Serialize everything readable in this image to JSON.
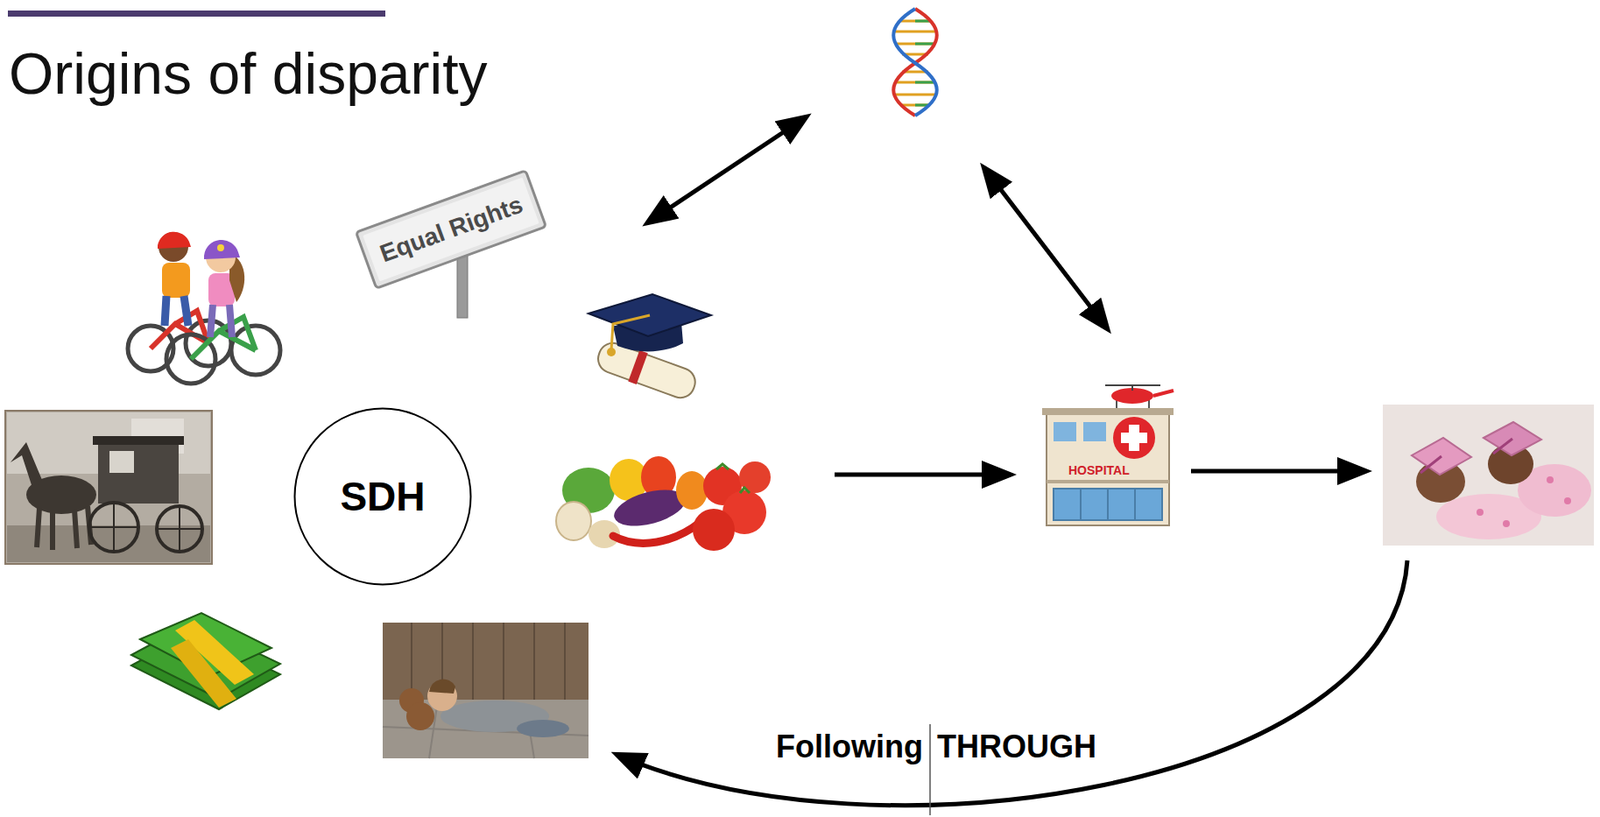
{
  "diagram": {
    "title": "Origins of disparity",
    "nodes": [
      {
        "text": [
          "SDH"
        ]
      }
    ],
    "labels": [
      "Equal Rights",
      "HOSPITAL",
      "Following",
      "THROUGH"
    ]
  }
}
